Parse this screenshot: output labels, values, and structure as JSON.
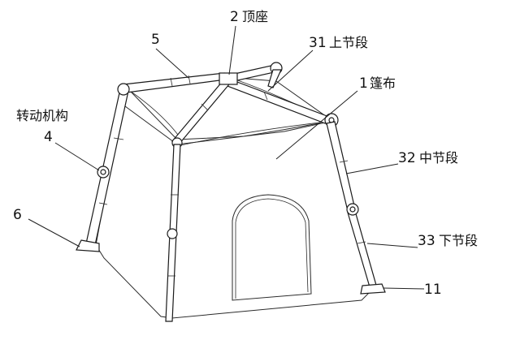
{
  "labels": {
    "top_seat": {
      "number": "2",
      "text": "顶座"
    },
    "upper_segment": {
      "number": "31",
      "text": "上节段"
    },
    "part_5": {
      "number": "5"
    },
    "tent_cloth": {
      "number": "1",
      "text": "篷布"
    },
    "rotation_mechanism": {
      "text": "转动机构",
      "number": "4"
    },
    "middle_segment": {
      "number": "32",
      "text": "中节段"
    },
    "part_6": {
      "number": "6"
    },
    "lower_segment": {
      "number": "33",
      "text": "下节段"
    },
    "part_11": {
      "number": "11"
    }
  },
  "colors": {
    "line": "#1a1a1a",
    "background": "#ffffff"
  }
}
